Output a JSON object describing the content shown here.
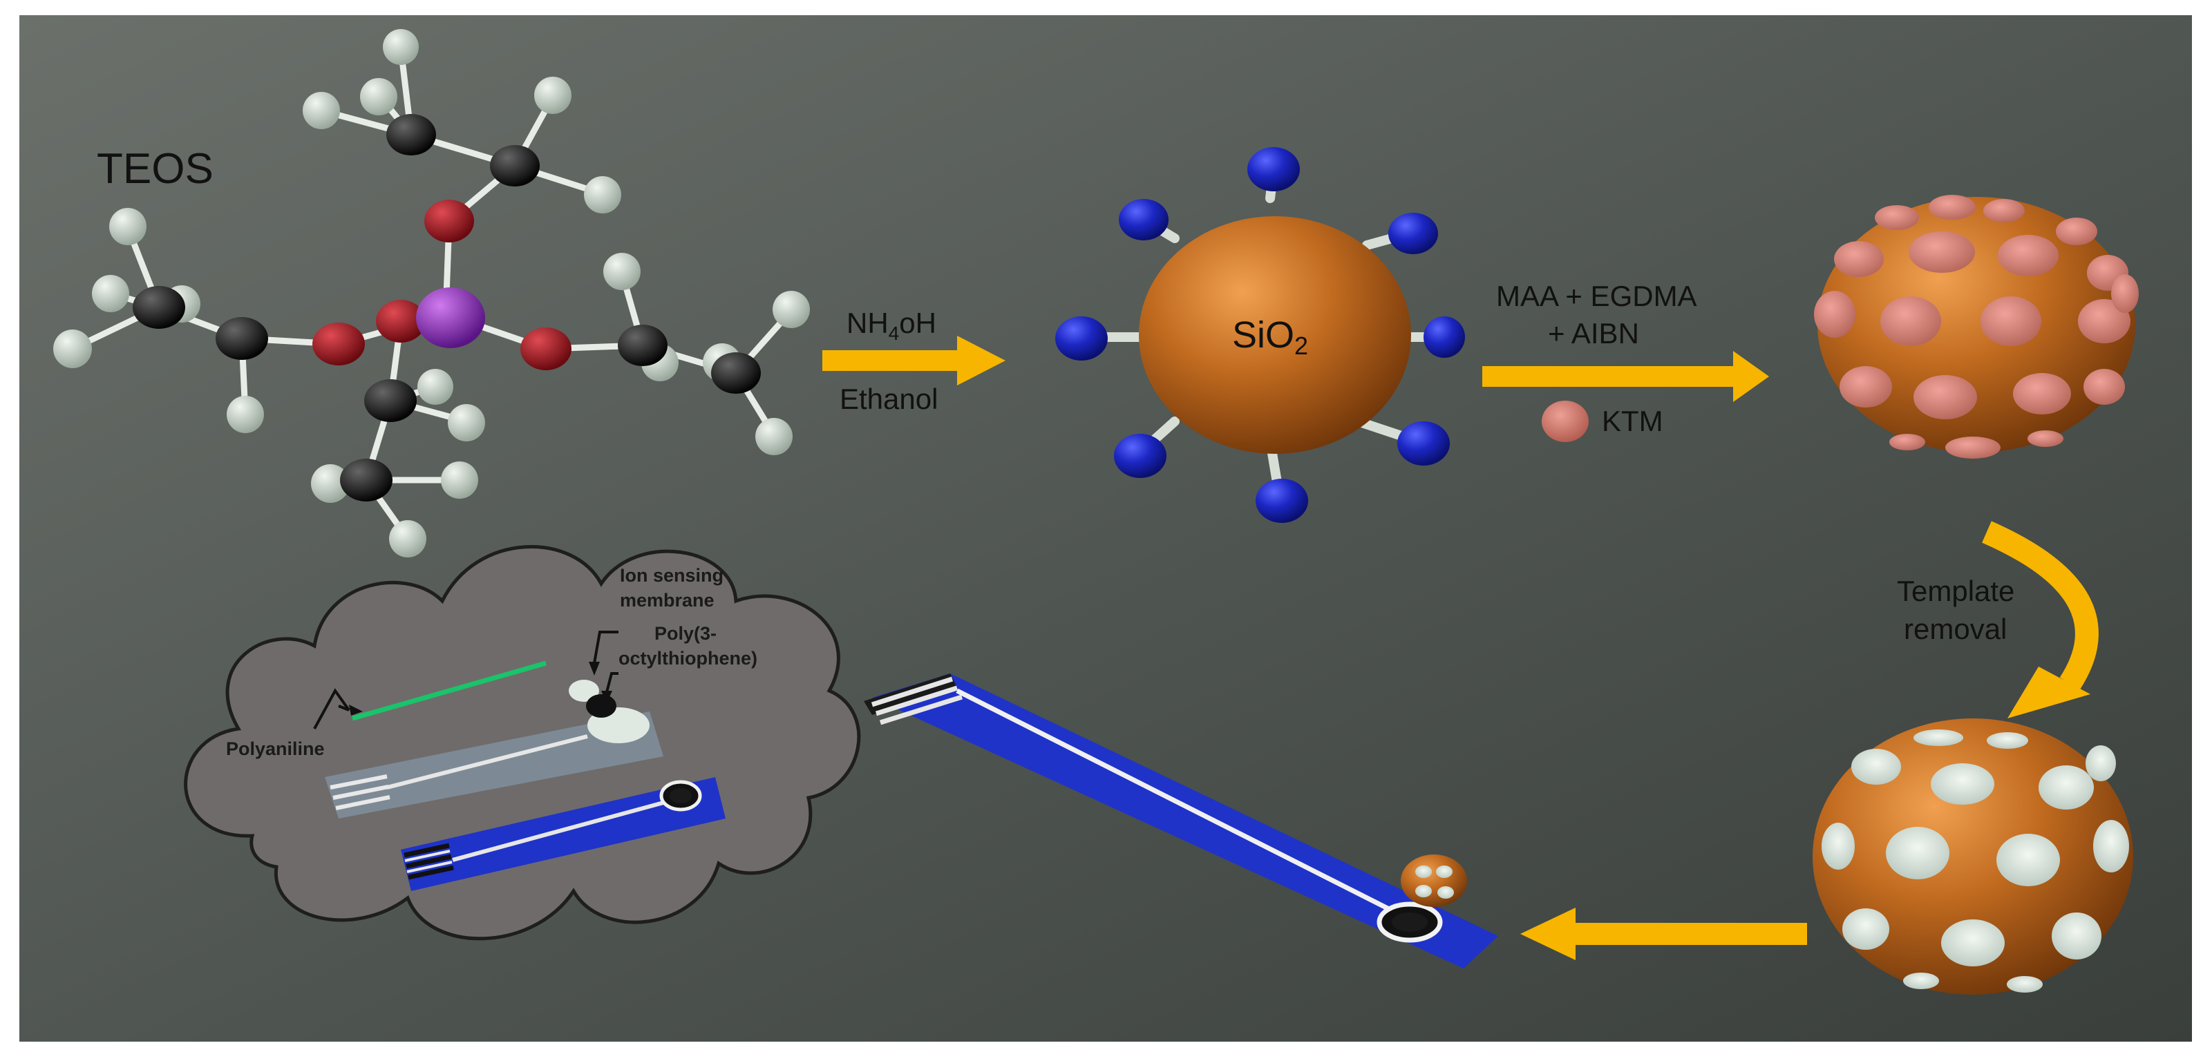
{
  "labels": {
    "teos": "TEOS",
    "step1_reagent_main": "NH",
    "step1_reagent_sub": "4",
    "step1_reagent_tail": "oH",
    "step1_solvent": "Ethanol",
    "sio2_main": "SiO",
    "sio2_sub": "2",
    "step2_line1": "MAA + EGDMA",
    "step2_line2": "+ AIBN",
    "template_molecule": "KTM",
    "removal_line1": "Template",
    "removal_line2": "removal",
    "ion_membrane_line1": "Ion sensing",
    "ion_membrane_line2": "membrane",
    "poly_line1": "Poly(3-",
    "poly_line2": "octylthiophene)",
    "polyaniline": "Polyaniline"
  },
  "colors": {
    "background_light": "#6b706b",
    "background_dark": "#3d423f",
    "arrow": "#f7b500",
    "silica_core": "#b8651c",
    "amine_group": "#1a25b8",
    "template_bump": "#d98878",
    "cavity": "#d9e4dd",
    "electrode_blue": "#1f33c9",
    "cloud_fill": "#6f6b6a",
    "carbon": "#1a1a1a",
    "oxygen": "#a3121d",
    "silicon": "#8a2ab5",
    "hydrogen": "#c8d6c8"
  },
  "icons": {
    "teos_molecule": "teos-molecule-icon",
    "functionalized_silica": "amine-silica-sphere-icon",
    "imprinted_sphere": "imprinted-sphere-icon",
    "cavity_sphere": "cavity-sphere-icon",
    "sensor_strip": "screen-printed-electrode-icon",
    "sensor_cloud": "sensor-layers-cloud-icon"
  }
}
